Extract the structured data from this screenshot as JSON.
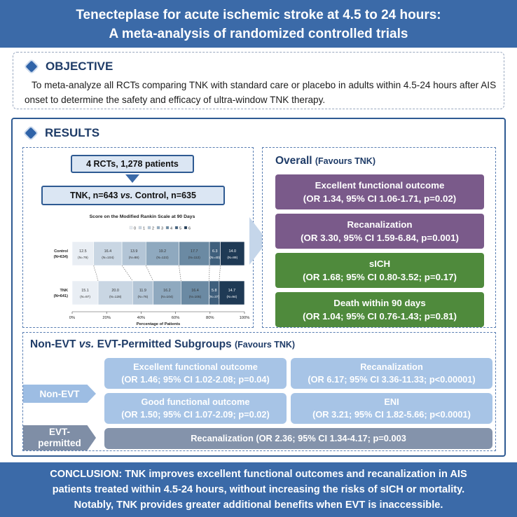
{
  "header": {
    "line1": "Tenecteplase for acute ischemic stroke at 4.5 to 24 hours:",
    "line2": "A meta-analysis of randomized controlled trials"
  },
  "objective": {
    "title": "OBJECTIVE",
    "text": "To meta-analyze all RCTs comparing TNK with standard care or placebo in adults within 4.5-24 hours after AIS onset to determine the safety and efficacy of ultra-window TNK therapy."
  },
  "results": {
    "title": "RESULTS",
    "rct_box": "4 RCTs, 1,278 patients",
    "tnk_label": "TNK, n=643 ",
    "vs_label": "vs.",
    "control_label": " Control, n=635"
  },
  "chart_data": {
    "type": "bar",
    "stacked": true,
    "orientation": "horizontal",
    "title": "Score on the Modified Rankin Scale at 90 Days",
    "xlabel": "Percentage of Patients",
    "xlim": [
      0,
      100
    ],
    "x_ticks": [
      "0%",
      "20%",
      "40%",
      "60%",
      "80%",
      "100%"
    ],
    "legend": [
      "0",
      "1",
      "2",
      "3",
      "4",
      "5",
      "6"
    ],
    "legend_position": "top",
    "colors": [
      "#e9eef4",
      "#c9d6e3",
      "#b3c5d6",
      "#8fa9bf",
      "#6b8aa3",
      "#3f5f7c",
      "#1f3a55"
    ],
    "rows": [
      {
        "label_line1": "Control",
        "label_line2": "(N=634)",
        "values": [
          12.5,
          16.4,
          13.9,
          19.2,
          17.7,
          6.3,
          14.0
        ],
        "labels": [
          "12.5",
          "16.4",
          "13.9",
          "19.2",
          "17.7",
          "6.3",
          "14.0"
        ],
        "counts": [
          "(N=79)",
          "(N=104)",
          "(N=88)",
          "(N=122)",
          "(N=112)",
          "(N=40)",
          "(N=89)"
        ]
      },
      {
        "label_line1": "TNK",
        "label_line2": "(N=641)",
        "values": [
          15.1,
          20.0,
          11.9,
          16.2,
          16.4,
          5.8,
          14.7
        ],
        "labels": [
          "15.1",
          "20.0",
          "11.9",
          "16.2",
          "16.4",
          "5.8",
          "14.7"
        ],
        "counts": [
          "(N=97)",
          "(N=128)",
          "(N=76)",
          "(N=104)",
          "(N=105)",
          "(N=37)",
          "(N=94)"
        ]
      }
    ]
  },
  "overall": {
    "title": "Overall",
    "subtitle": "(Favours TNK)",
    "items": [
      {
        "name": "Excellent functional outcome",
        "stat": "(OR 1.34, 95% CI 1.06-1.71, p=0.02)"
      },
      {
        "name": "Recanalization",
        "stat": "(OR 3.30, 95% CI 1.59-6.84, p=0.001)"
      },
      {
        "name": "sICH",
        "stat": "(OR 1.68; 95% CI 0.80-3.52; p=0.17)"
      },
      {
        "name": "Death within 90 days",
        "stat": "(OR 1.04; 95% CI 0.76-1.43; p=0.81)"
      }
    ],
    "colors": {
      "efficacy": "#7a5a8a",
      "safety": "#4f8a3c"
    }
  },
  "subgroups": {
    "title_a": "Non-EVT ",
    "title_vs": "vs.",
    "title_b": " EVT-Permitted Subgroups ",
    "subtitle": "(Favours TNK)",
    "nonevt_label": "Non-EVT",
    "evt_label_1": "EVT-",
    "evt_label_2": "permitted",
    "nonevt": [
      {
        "name": "Excellent functional outcome",
        "stat": "(OR 1.46; 95% CI 1.02-2.08; p=0.04)"
      },
      {
        "name": "Recanalization",
        "stat": "(OR 6.17; 95% CI 3.36-11.33; p<0.00001)"
      },
      {
        "name": "Good functional outcome",
        "stat": "(OR 1.50; 95% CI 1.07-2.09; p=0.02)"
      },
      {
        "name": "ENI",
        "stat": "(OR 3.21; 95% CI 1.82-5.66; p<0.0001)"
      }
    ],
    "evt": "Recanalization (OR 2.36; 95% CI 1.34-4.17; p=0.003"
  },
  "conclusion": {
    "line1": "CONCLUSION: TNK improves excellent functional outcomes and recanalization in AIS",
    "line2": "patients treated within 4.5-24 hours, without increasing the risks of sICH or mortality.",
    "line3": "Notably, TNK provides greater additional benefits when EVT is inaccessible."
  }
}
